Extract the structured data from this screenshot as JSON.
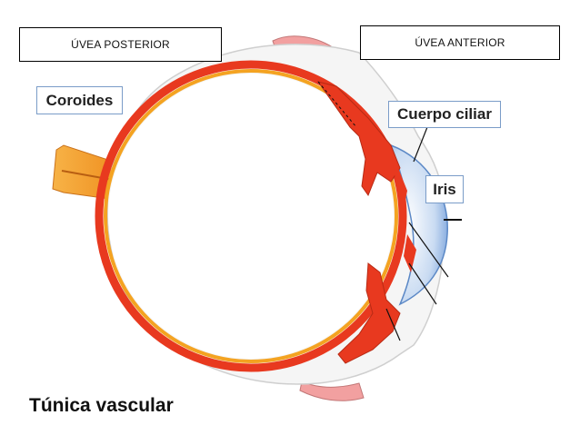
{
  "labels": {
    "uvea_posterior": "ÚVEA POSTERIOR",
    "uvea_anterior": "ÚVEA ANTERIOR",
    "coroides": "Coroides",
    "cuerpo_ciliar": "Cuerpo ciliar",
    "iris": "Iris",
    "caption": "Túnica vascular"
  },
  "colors": {
    "sclera": "#f3f3f3",
    "choroid": "#e8391f",
    "choroid_inner": "#f4a321",
    "optic_nerve": "#f39a2a",
    "cornea": "#6f9bd8",
    "muscle": "#f2a0a0",
    "label_border": "#7a9cc8"
  }
}
